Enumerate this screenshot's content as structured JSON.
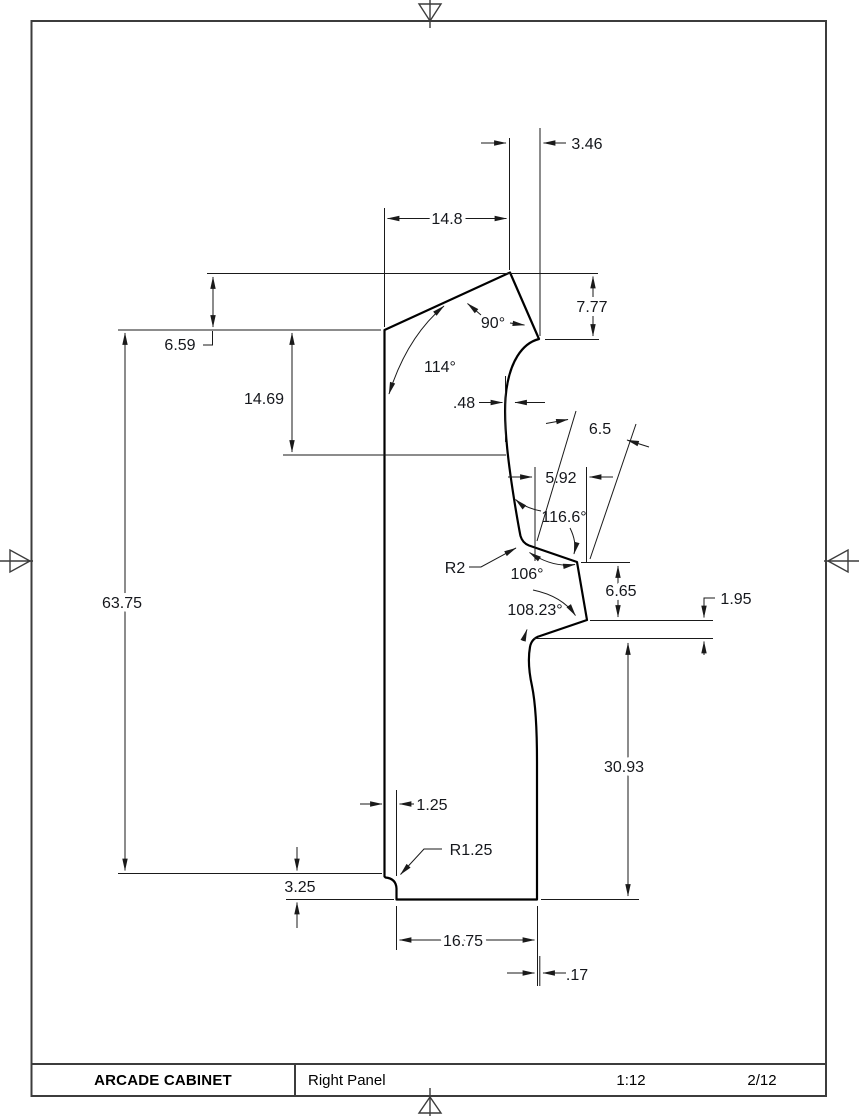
{
  "drawing": {
    "type": "technical-drawing",
    "title_block": {
      "project": "ARCADE CABINET",
      "view_name": "Right Panel",
      "scale": "1:12",
      "sheet": "2/12"
    },
    "labels": {
      "top_offset_width": "3.46",
      "upper_width": "14.8",
      "monitor_face_height": "7.77",
      "monitor_angle": "90°",
      "marquee_rise": "6.59",
      "marquee_angle": "114°",
      "marquee_drop": "14.69",
      "screen_inset": ".48",
      "control_panel_depth": "6.5",
      "control_panel_width": "5.92",
      "panel_top_angle": "116.6°",
      "radius_r2": "R2",
      "front_top_angle": "106°",
      "front_face_height": "6.65",
      "front_bottom_angle": "108.23°",
      "shelf_offset": "1.95",
      "total_height": "63.75",
      "lower_front_height": "30.93",
      "foot_notch_width": "1.25",
      "radius_r125": "R1.25",
      "foot_height": "3.25",
      "base_width": "16.75",
      "base_toe_offset": ".17"
    },
    "colors": {
      "line": "#000000",
      "text": "#15171c",
      "background": "#ffffff"
    }
  }
}
